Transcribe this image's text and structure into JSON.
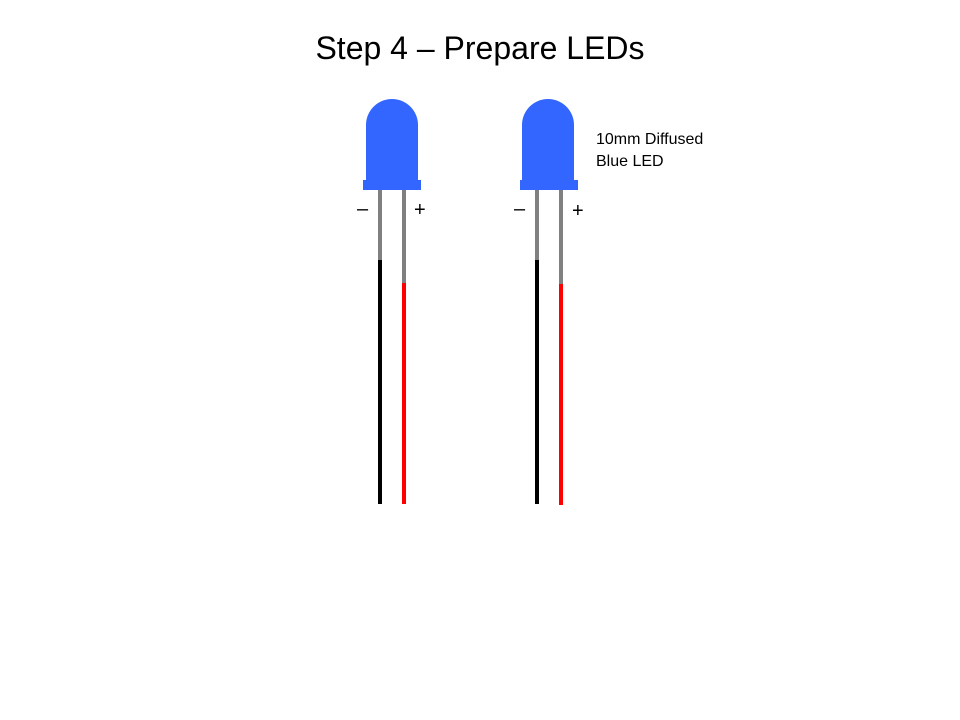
{
  "title": "Step 4 – Prepare LEDs",
  "label": {
    "line1": "10mm Diffused",
    "line2": "Blue LED"
  },
  "leds": [
    {
      "negative_sign": "–",
      "positive_sign": "+"
    },
    {
      "negative_sign": "–",
      "positive_sign": "+"
    }
  ],
  "colors": {
    "led_body": "#3366ff",
    "leg": "#808080",
    "negative_wire": "#000000",
    "positive_wire": "#ff0000"
  }
}
